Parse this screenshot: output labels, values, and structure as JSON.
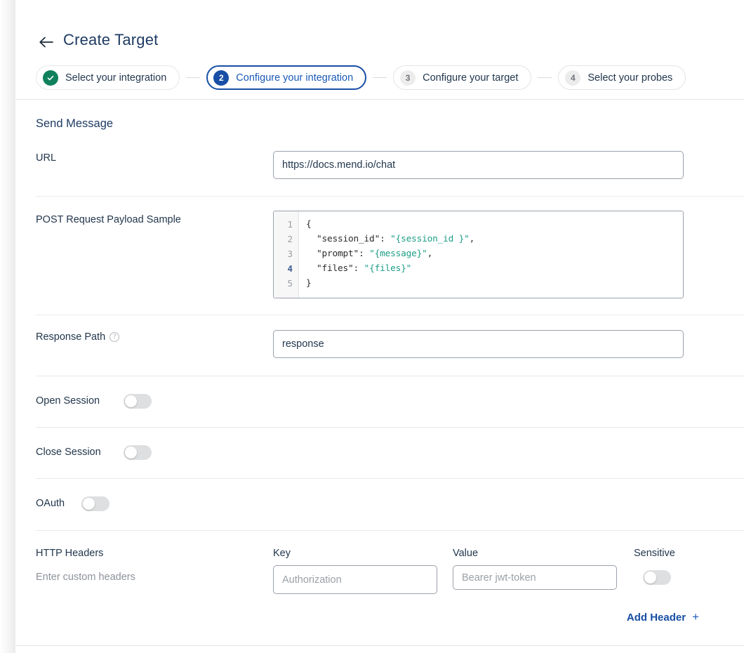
{
  "header": {
    "back_icon": "arrow-left-icon",
    "title": "Create Target"
  },
  "stepper": {
    "steps": [
      {
        "badge": "check",
        "label": "Select your integration",
        "state": "done"
      },
      {
        "badge": "2",
        "label": "Configure your integration",
        "state": "active"
      },
      {
        "badge": "3",
        "label": "Configure your target",
        "state": "todo"
      },
      {
        "badge": "4",
        "label": "Select your probes",
        "state": "todo"
      }
    ]
  },
  "form": {
    "section_title": "Send Message",
    "url": {
      "label": "URL",
      "value": "https://docs.mend.io/chat",
      "placeholder": ""
    },
    "payload": {
      "label": "POST Request Payload Sample",
      "line_numbers": [
        "1",
        "2",
        "3",
        "4",
        "5"
      ],
      "active_line": 4,
      "fold_icon": "chevron-down-icon",
      "lines": [
        "{",
        "  \"session_id\": \"{session_id }\",",
        "  \"prompt\": \"{message}\",",
        "  \"files\": \"{files}\"",
        "}"
      ]
    },
    "response_path": {
      "label": "Response Path",
      "help_icon": "help-circle-icon",
      "help_glyph": "?",
      "value": "response",
      "placeholder": ""
    },
    "open_session": {
      "label": "Open Session",
      "enabled": false
    },
    "close_session": {
      "label": "Close Session",
      "enabled": false
    },
    "oauth": {
      "label": "OAuth",
      "enabled": false
    },
    "http_headers": {
      "label": "HTTP Headers",
      "hint": "Enter custom headers",
      "col_key": "Key",
      "col_value": "Value",
      "col_sensitive": "Sensitive",
      "key_value": "",
      "key_placeholder": "Authorization",
      "value_value": "",
      "value_placeholder": "Bearer jwt-token",
      "sensitive_enabled": false,
      "add_header_label": "Add Header",
      "add_header_plus": "+"
    }
  },
  "colors": {
    "accent_blue": "#174ea6",
    "link_blue": "#164ea3",
    "success_green": "#10805c",
    "string_green": "#1d9e86",
    "title_navy": "#1f3b63"
  }
}
